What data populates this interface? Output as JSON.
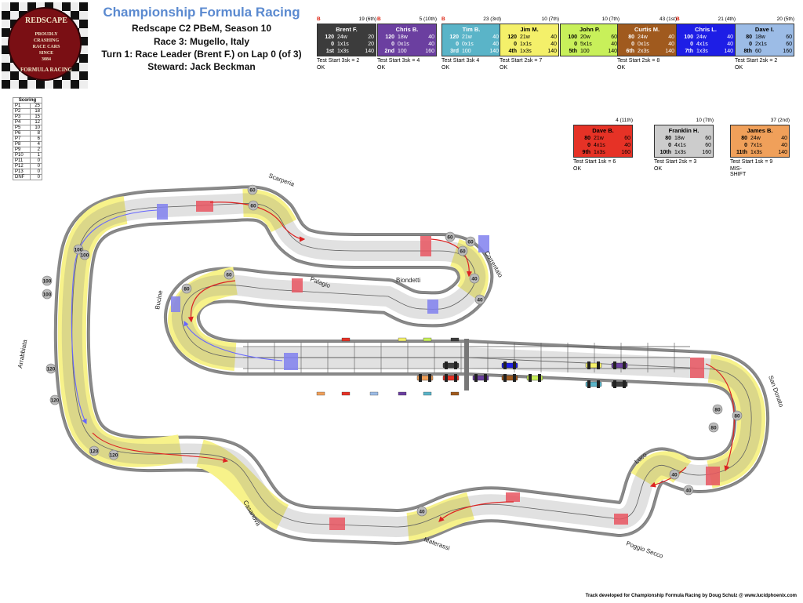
{
  "header": {
    "title": "Championship Formula Racing",
    "lines": [
      "Redscape C2 PBeM, Season 10",
      "Race 3: Mugello, Italy",
      "Turn 1: Race Leader (Brent F.) on Lap 0 (of 3)",
      "Steward: Jack Beckman"
    ]
  },
  "logo": {
    "text": [
      "REDSCAPE",
      "PROUDLY",
      "CRASHING",
      "RACE CARS",
      "SINCE",
      "3084",
      "FORMULA RACING"
    ]
  },
  "drivers": [
    {
      "name": "Brent F.",
      "flag": "B",
      "pos": "19 (6th)",
      "color": "#3c3c3c",
      "text": "#ffffff",
      "rows": [
        [
          "120",
          "24w",
          "20"
        ],
        [
          "0",
          "1x1s",
          "20"
        ],
        [
          "1st",
          "1x3s",
          "140"
        ]
      ],
      "test": "Test Start 3sk = 2",
      "result": "OK"
    },
    {
      "name": "Chris B.",
      "flag": "B",
      "pos": "5 (10th)",
      "color": "#6b3fa0",
      "text": "#ffffff",
      "rows": [
        [
          "120",
          "18w",
          "40"
        ],
        [
          "0",
          "0x1s",
          "40"
        ],
        [
          "2nd",
          "100",
          "160"
        ]
      ],
      "test": "Test Start 3sk = 4",
      "result": "OK"
    },
    {
      "name": "Tim B.",
      "flag": "B",
      "pos": "23 (3rd)",
      "color": "#5ab4c8",
      "text": "#ffffff",
      "rows": [
        [
          "120",
          "21w",
          "40"
        ],
        [
          "0",
          "0x1s",
          "40"
        ],
        [
          "3rd",
          "100",
          "140"
        ]
      ],
      "test": "Test Start 3sk 4",
      "result": "OK"
    },
    {
      "name": "Jim M.",
      "flag": "",
      "pos": "10 (7th)",
      "color": "#f4f06a",
      "text": "#000000",
      "rows": [
        [
          "120",
          "21w",
          "40"
        ],
        [
          "0",
          "1x1s",
          "40"
        ],
        [
          "4th",
          "1x3s",
          "140"
        ]
      ],
      "test": "Test Start 2sk = 7",
      "result": "OK"
    },
    {
      "name": "John P.",
      "flag": "",
      "pos": "10 (7th)",
      "color": "#c8f05a",
      "text": "#000000",
      "rows": [
        [
          "100",
          "20w",
          "60"
        ],
        [
          "0",
          "5x1s",
          "40"
        ],
        [
          "5th",
          "100",
          "140"
        ]
      ],
      "test": "",
      "result": ""
    },
    {
      "name": "Curtis M.",
      "flag": "",
      "pos": "43 (1st)",
      "color": "#a05a1e",
      "text": "#ffffff",
      "rows": [
        [
          "80",
          "24w",
          "40"
        ],
        [
          "0",
          "0x1s",
          "40"
        ],
        [
          "6th",
          "2x3s",
          "140"
        ]
      ],
      "test": "Test Start 2sk = 8",
      "result": "OK"
    },
    {
      "name": "Chris L.",
      "flag": "B",
      "pos": "21 (4th)",
      "color": "#1e1ee6",
      "text": "#ffffff",
      "rows": [
        [
          "100",
          "24w",
          "40"
        ],
        [
          "0",
          "4x1s",
          "40"
        ],
        [
          "7th",
          "1x3s",
          "140"
        ]
      ],
      "test": "",
      "result": ""
    },
    {
      "name": "Dave I.",
      "flag": "",
      "pos": "20 (5th)",
      "color": "#9cbce6",
      "text": "#000000",
      "rows": [
        [
          "80",
          "18w",
          "60"
        ],
        [
          "0",
          "2x1s",
          "60"
        ],
        [
          "8th",
          "60",
          "160"
        ]
      ],
      "test": "Test Start 2sk = 2",
      "result": "OK"
    },
    {
      "name": "Dave B.",
      "flag": "",
      "pos": "4 (11th)",
      "color": "#e63226",
      "text": "#000000",
      "rows": [
        [
          "80",
          "21w",
          "60"
        ],
        [
          "0",
          "4x1s",
          "40"
        ],
        [
          "9th",
          "1x3s",
          "160"
        ]
      ],
      "test": "Test Start 1sk = 6",
      "result": "OK"
    },
    {
      "name": "Franklin H.",
      "flag": "",
      "pos": "10 (7th)",
      "color": "#cccccc",
      "text": "#000000",
      "rows": [
        [
          "80",
          "18w",
          "60"
        ],
        [
          "0",
          "4x1s",
          "60"
        ],
        [
          "10th",
          "1x3s",
          "160"
        ]
      ],
      "test": "Test Start 2sk = 3",
      "result": "OK"
    },
    {
      "name": "James B.",
      "flag": "",
      "pos": "37 (2nd)",
      "color": "#f0a05a",
      "text": "#000000",
      "rows": [
        [
          "80",
          "24w",
          "40"
        ],
        [
          "0",
          "7x1s",
          "40"
        ],
        [
          "11th",
          "1x3s",
          "140"
        ]
      ],
      "test": "Test Start 1sk = 9",
      "result": "MIS-SHIFT"
    }
  ],
  "scoring": {
    "title": "Scoring",
    "rows": [
      [
        "P1",
        "25"
      ],
      [
        "P2",
        "18"
      ],
      [
        "P3",
        "15"
      ],
      [
        "P4",
        "12"
      ],
      [
        "P5",
        "10"
      ],
      [
        "P6",
        "8"
      ],
      [
        "P7",
        "6"
      ],
      [
        "P8",
        "4"
      ],
      [
        "P9",
        "2"
      ],
      [
        "P10",
        "1"
      ],
      [
        "P11",
        "0"
      ],
      [
        "P12",
        "0"
      ],
      [
        "P13",
        "0"
      ],
      [
        "DNF",
        "0"
      ]
    ]
  },
  "corners": [
    "Scarperia",
    "Correntaio",
    "Palagio",
    "Biondetti",
    "Bucine",
    "Arrabbiata",
    "Casanova",
    "Materassi",
    "Poggio Secco",
    "Luco",
    "San Donato"
  ],
  "speed_marks": [
    "60",
    "60",
    "60",
    "60",
    "60",
    "40",
    "40",
    "60",
    "80",
    "100",
    "100",
    "100",
    "100",
    "120",
    "120",
    "120",
    "120",
    "80",
    "80",
    "80",
    "40",
    "40",
    "40"
  ],
  "footer": "Track developed for Championship Formula Racing by Doug Schulz @ www.lucidphoenix.com",
  "colors": {
    "track_fill": "#ffffff",
    "track_line": "#777777",
    "yellow_zone": "#f7f28a",
    "red_zone": "#e85560",
    "blue_zone": "#8080ee",
    "wall": "#8a8a8a"
  }
}
